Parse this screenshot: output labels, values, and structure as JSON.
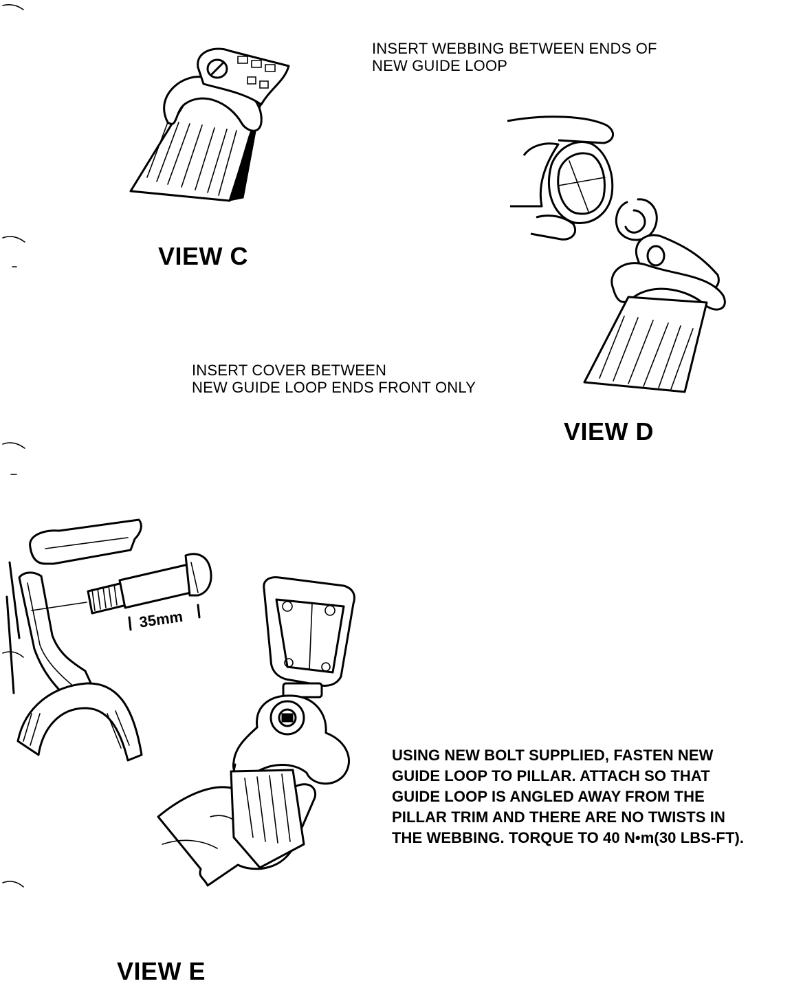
{
  "view_c": {
    "label": "VIEW C",
    "instruction": "INSERT WEBBING BETWEEN ENDS OF\nNEW GUIDE LOOP"
  },
  "view_d": {
    "label": "VIEW D",
    "instruction": "INSERT COVER BETWEEN\nNEW GUIDE LOOP ENDS FRONT ONLY"
  },
  "view_e": {
    "label": "VIEW E",
    "dimension": "35mm",
    "instruction": "USING NEW BOLT SUPPLIED, FASTEN NEW\nGUIDE LOOP TO PILLAR. ATTACH SO THAT\nGUIDE LOOP IS ANGLED AWAY FROM THE\nPILLAR TRIM AND THERE ARE NO TWISTS IN\nTHE WEBBING. TORQUE TO 40 N•m(30 LBS-FT)."
  }
}
